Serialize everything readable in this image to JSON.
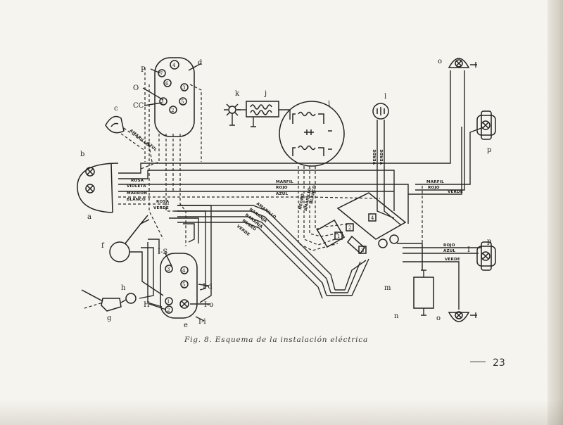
{
  "caption": "Fig. 8.  Esquema de la instalación eléctrica",
  "page_number": "23",
  "component_labels": {
    "a": "a",
    "b": "b",
    "c": "c",
    "d": "d",
    "e": "e",
    "f": "f",
    "g": "g",
    "h": "h",
    "i": "i",
    "j": "j",
    "k": "k",
    "l": "l",
    "m": "m",
    "n": "n",
    "o_top": "o",
    "o_bottom": "o",
    "p_top": "p",
    "p_bottom": "p",
    "P": "P",
    "O": "O",
    "CC": "CC",
    "I_S": "I-S",
    "H": "H",
    "I_d": "I-d",
    "I_o": "I-o",
    "I_i": "I-i",
    "I_right": "I"
  },
  "switch_terminals": [
    "4",
    "1",
    "2",
    "3",
    "5",
    "6",
    "7"
  ],
  "lower_switch_terminals": [
    "3",
    "4",
    "5",
    "1",
    "2"
  ],
  "regulator_terminals": [
    "1",
    "2",
    "3",
    "4"
  ],
  "wire_labels": {
    "rosa": "ROSA",
    "violeta": "VIOLETA",
    "marron": "MARRON",
    "blanco": "BLANCO",
    "rosa2": "ROSA",
    "verde_left": "VERDE",
    "azul_c": "AZUL",
    "amarillo_c": "AMARILLO",
    "marfil_mid": "MARFIL",
    "rojo_mid": "ROJO",
    "azul_mid": "AZUL",
    "amarillo_d": "AMARILLO",
    "naranja1": "NARANJA",
    "naranja2": "NARANJA",
    "negro_d": "NEGRO",
    "verde_d": "VERDE",
    "negro_v": "NEGRO",
    "amarillo_v": "AMARILLO",
    "blanco_v": "BLANCO",
    "verde_l1": "VERDE",
    "verde_l2": "VERDE",
    "marfil_right": "MARFIL",
    "rojo_right": "ROJO",
    "verde_right": "VERDE",
    "rojo_rb": "ROJO",
    "azul_rb": "AZUL",
    "verde_rb": "VERDE"
  }
}
